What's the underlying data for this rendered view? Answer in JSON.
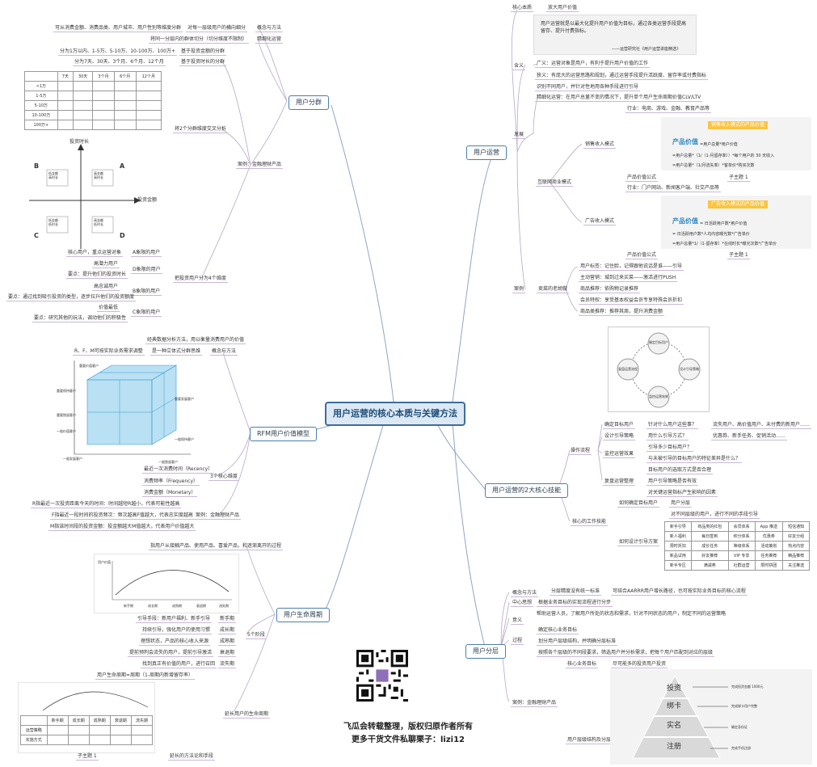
{
  "central": {
    "title": "用户运营的核心本质与关键方法"
  },
  "user_ops": {
    "title": "用户运营",
    "core_essence": "核心本质",
    "core_value": "放大用户价值",
    "quote": "用户运营就是以最大化提升用户价值为目标，通过各类运营手段提高留存、提升付费指标。",
    "quote_source": "——运营研究社《用户运营讲座精选》",
    "meaning": "含义",
    "broad": "广义：运营对象是用户，有利于提升用户价值的工作",
    "narrow": "狭义：有庞大的运营思路和规划，通过运营手段提升活跃度、留存率或付费指标",
    "identify": "识别不同用户，并针对性地用各种手段进行引导",
    "develop": "发展",
    "refined": "精细化运营：在用户总量不变的情况下，提升单个用户生命周期价值CLV/LTV",
    "internet_model": "互联网商业模式",
    "direct_income": "销售收入模式",
    "industry1": "行业：电商、游戏、金融、教育产品等",
    "pv_title1": "销售收入模式的产品价值",
    "pv_label": "产品价值",
    "pv1_l1": "=用户总量*用户价值",
    "pv1_l2": "=用户总量*（1/（1-月留存率））*每个用户的 30 天收入",
    "pv1_l3": "=用户总量*（1/月流失率）*客单价*购买次数",
    "pv_formula": "产品价值公式",
    "subtopic1": "子主题 1",
    "ad_income": "广告收入模式",
    "industry2": "行业：门户网站、新闻客户端、社交产品等",
    "pv_title2": "广告收入模式的产品价值",
    "pv2_l1": "= 日活跃用户数*用户价值",
    "pv2_l2": "= 日活跃用户数*人均内容曝光数*广告单价",
    "pv2_l3": "=用户总量*1/（1-留存率）*在线时长*曝光次数*广告单价",
    "case": "案例",
    "old_store": "卖菜的老胡做",
    "case_items": [
      "用户标签：记住脸，记得跟他说话是谁——引导",
      "主动营销：城到过来买菜——激活进行PUSH",
      "商品推荐：依购物记录推荐",
      "会员特权：享受基本权益会员专享特殊会员折扣",
      "商品类推荐：推荐其周，提升消费金额"
    ]
  },
  "tech": {
    "title": "用户运营的2大核心技能",
    "cycle": [
      "确定目标用户",
      "设计引导策略",
      "监控运营效果",
      "复盘运营流程"
    ],
    "workflow": "操作流程",
    "f1": "确定目标用户",
    "f1a": "针对什么用户这些事？",
    "f1b": "流失用户、高价值用户、未付费的新用户……",
    "f2": "设计引导策略",
    "f2a": "用什么引导方式？",
    "f2b": "优惠券、新手任务、促销活动……",
    "f3": "监控运营效果",
    "f3a": "引导多少目标用户？",
    "f3b": "与未被引导的目标用户的特征差异是什么？",
    "f4": "复盘运营整理",
    "f4a": "目标用户的选取方式是否合理",
    "f4b": "用户引导策略是否有效",
    "f4c": "对关键运营指标产生影响的因素",
    "core_work": "核心的工作技能",
    "find": "如何确定目标用户",
    "find_a": "用户分层",
    "design": "如何设计引导方案",
    "design_a": "对不同层级的用户，进行不同的手段引导",
    "tbl": [
      [
        "新手引导",
        "商品类的红包",
        "会员体系",
        "App 推送",
        "短信通知"
      ],
      [
        "新人福利",
        "每日签到",
        "积分体系",
        "优惠券",
        "好友分组"
      ],
      [
        "限时折扣",
        "成长任务",
        "等级体系",
        "活动策划",
        "热点内容"
      ],
      [
        "新品试用",
        "好友推荐",
        "VIP 专享",
        "任务推荐",
        "精品推荐"
      ],
      [
        "新手专区",
        "满减券",
        "社群运营",
        "限时拼团",
        "关注推送"
      ]
    ]
  },
  "stratify": {
    "title": "用户分层",
    "concept": "概念与方法",
    "concept_a": "分层精度没有统一标准",
    "concept_b": "可结合AARRR用户增长路径，也可按实际业务目标的核心流程",
    "core_idea": "中心思想",
    "core_idea_a": "根据业务目标的实现流程进行分步",
    "meaning": "意义",
    "meaning_a": "帮助运营人员，了解用户所处的状态和需求，针对不同状态的用户，制定不同的运营策略",
    "process": "过程",
    "p1": "确定核心业务目标",
    "p2": "划分用户层级结构，并明确分层标准",
    "p3": "按照各个层级的不同段要求，筛选用户并分析需求，把每个用户匹配到对应的层级",
    "case": "案例：金融理财产品",
    "goal": "核心业务目标",
    "goal_a": "尽可能多的投资用户投资",
    "structure": "用户层级结构及分层标准",
    "pyramid": [
      "投资",
      "绑卡",
      "实名",
      "注册"
    ],
    "pyr_notes": [
      "完成投资金额 1000元",
      "完成绑卡用户完整",
      "确定身份证",
      "完成手机注册"
    ]
  },
  "segment": {
    "title": "用户分群",
    "concept": "概念与方法",
    "concept_a": "对每一层级用户的横向细分",
    "fine": "精细化运营",
    "fine_a": "将同一分层内的群体切分（切分维度不限制）",
    "dims": "可从消费金额、消费品类、用户城市、用户性别等维度分群",
    "case": "案例：金融理财产品",
    "c1": "分为1万以内、1-5万、5-10万、10-100万、100万+",
    "c1a": "基于投资金额的分群",
    "c2": "分为7天、30天、3个月、6个月、12个月",
    "c2a": "基于投资时长的分群",
    "cross": "将2个分群维度交叉分析",
    "tbl_head": [
      "",
      "7天",
      "30天",
      "3个月",
      "6个月",
      "12个月"
    ],
    "tbl_rows": [
      "<1万",
      "1-5万",
      "5-10万",
      "10-100万",
      "100万+"
    ],
    "axis_y": "投资时长",
    "axis_x": "投资金额",
    "quad": [
      "低金额\n高时长",
      "高金额\n高时长",
      "低金额\n低时长",
      "高金额\n低时长"
    ],
    "quad_letters": [
      "B",
      "A",
      "C",
      "D"
    ],
    "four": "把投资用户分为4个维度",
    "a": "A象限的用户",
    "a1": "核心用户，重点运营对象",
    "d": "D象限的用户",
    "d1": "高潜力用户",
    "d2": "要点：提升他们的投资时长",
    "b": "B象限的用户",
    "b1": "高忠诚用户",
    "b2": "要点：通过找到吸引投资的类型，逐步拉升他们的投资额度",
    "c": "C象限的用户",
    "c1x": "价值最低",
    "c2x": "要点：研究其他的玩法，调动他们的积极性"
  },
  "rfm": {
    "title": "RFM用户价值模型",
    "concept": "概念与方法",
    "m1": "经典数据分析方法，用以衡量消费用户的价值",
    "m2": "是一种立体式分群思维",
    "m3": "R、F、M可按实际业务需求调整",
    "cube_labels": [
      "重要价值客户",
      "重要保持客户",
      "重要发展客户",
      "重要挽留客户",
      "一般价值客户",
      "一般保持客户",
      "一般发展客户",
      "一般挽留客户"
    ],
    "dims": "3个核心维度",
    "r": "最近一次消费时间（Recency）",
    "f": "消费频率（Frequency）",
    "mm": "消费金额（Monetary）",
    "case": "案例：金融理财产品",
    "c1": "R指最近一次投资距离今天的时间：时间越短R越小，代表可能性越高",
    "c2": "F指最近一段时间的投资频次：频次越高F值越大，代表忠实度越高",
    "c3": "M指该时间段的投资金额：投金额越大M值越大，代表用户价值越大"
  },
  "lifecycle": {
    "title": "用户生命周期",
    "path": "指用户从接触产品、使用产品、喜爱产品，和逐渐离开的过程",
    "chart_ylabel": "用户价值",
    "chart_stages": [
      "新手期",
      "成长期",
      "成熟期",
      "衰退期",
      "流失期"
    ],
    "five": "5个阶段",
    "s1": "引导手段：新用户福利、新手引导",
    "s1a": "新手期",
    "s2": "持续引导，强化用户的使用习惯",
    "s2a": "成长期",
    "s3": "理想状态，产品的核心收入来源",
    "s3a": "成熟期",
    "s4": "提前预判会流失的用户，提前引导激活",
    "s4a": "衰退期",
    "s5": "找到真正有价值的用户，进行召回",
    "s5a": "流失期",
    "extend": "延长用户的生命周期",
    "formula": "用户生命周期=周期（1-周期内新增留存率）",
    "subtopic": "子主题 1",
    "method": "延长的方法论和手段",
    "mini_head": [
      "",
      "新手期",
      "成长期",
      "成熟期",
      "衰退期",
      "流失期"
    ],
    "mini_rows": [
      "运营策略",
      "实施方式"
    ]
  },
  "footer": {
    "line1": "飞瓜会转载整理，版权归原作者所有",
    "line2": "更多干货文件私聊栗子：lizi12"
  }
}
